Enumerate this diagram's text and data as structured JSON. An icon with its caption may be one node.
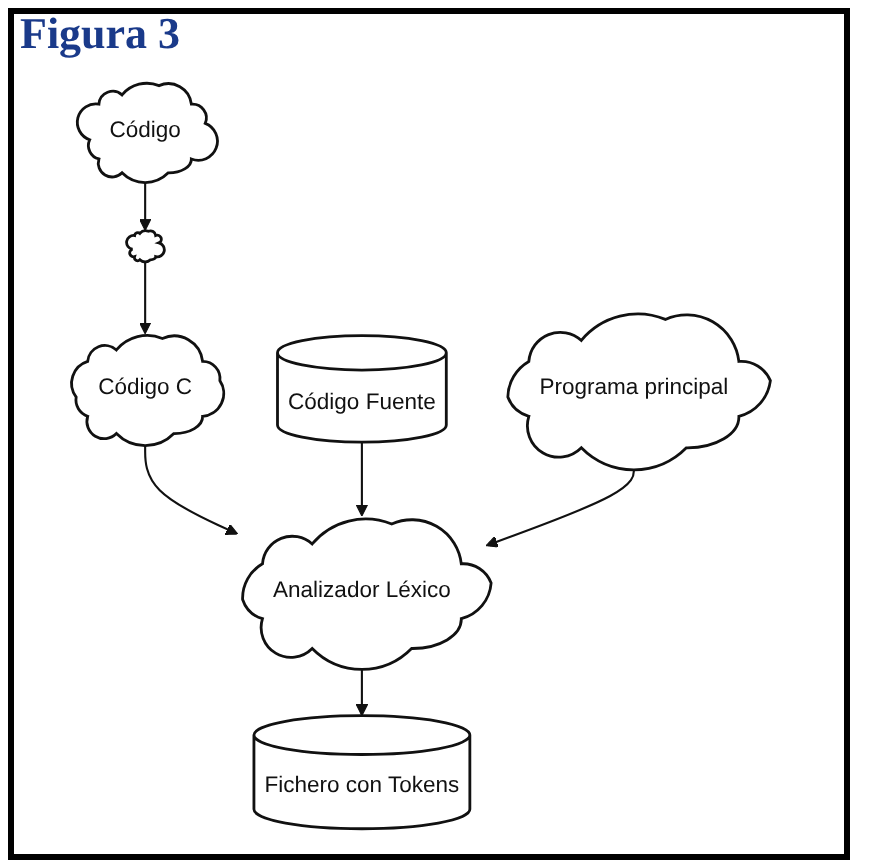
{
  "diagram": {
    "title": "Figura 3",
    "nodes": [
      {
        "text": [
          "Código"
        ]
      },
      {
        "text": [],
        "shape": "cloud"
      },
      {
        "text": [
          "Código C"
        ]
      },
      {
        "text": [
          "Código Fuente"
        ]
      },
      {
        "text": [
          "Analizador Léxico"
        ]
      },
      {
        "text": [
          "Programa principal"
        ]
      },
      {
        "text": [
          "Fichero con Tokens"
        ]
      }
    ],
    "edges": [
      {
        "from": 0,
        "to": 1,
        "arrow": "to"
      },
      {
        "from": 1,
        "to": 2,
        "arrow": "to"
      },
      {
        "from": 2,
        "to": 4,
        "arrow": "to"
      },
      {
        "from": 3,
        "to": 4,
        "arrow": "to"
      },
      {
        "from": 5,
        "to": 4,
        "arrow": "to"
      },
      {
        "from": 4,
        "to": 6,
        "arrow": "to"
      }
    ]
  }
}
